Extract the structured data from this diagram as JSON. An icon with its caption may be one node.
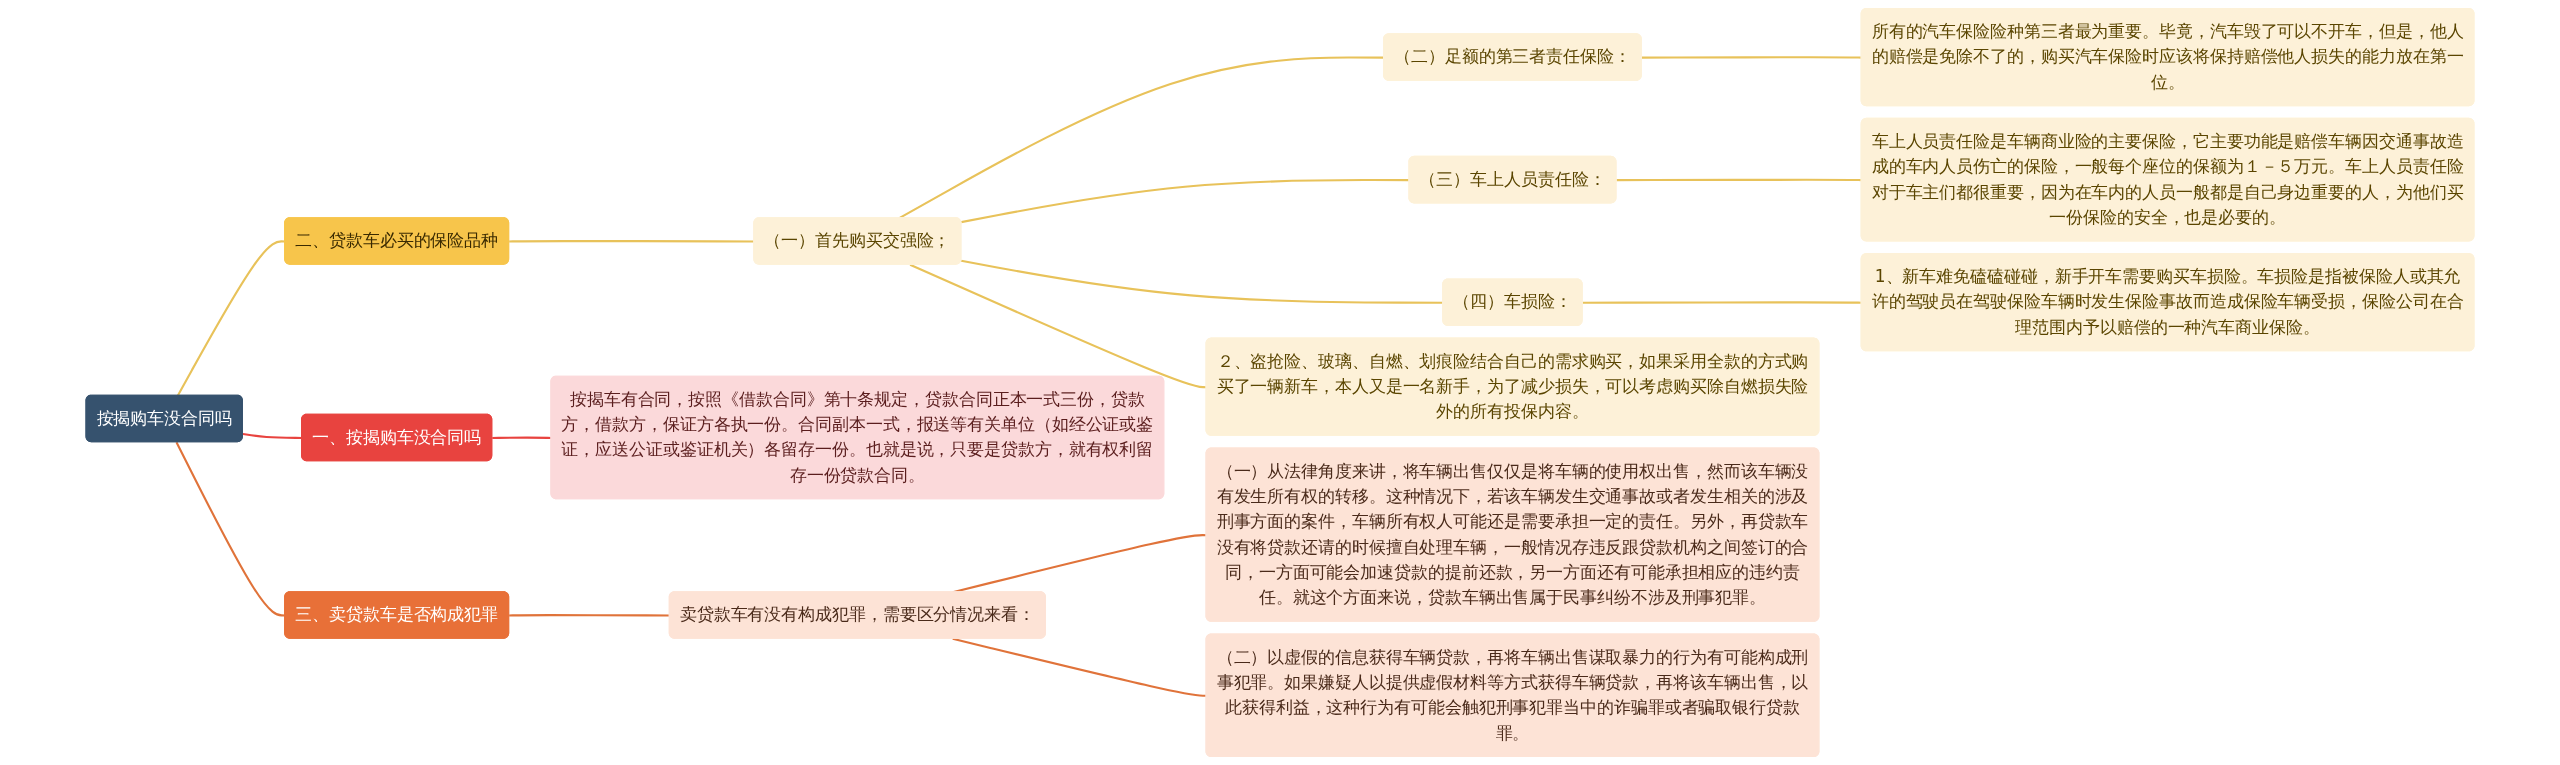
{
  "diagram": {
    "nodes": [
      {
        "text": [
          "按揭购车没合同吗"
        ]
      },
      {
        "text": [
          "一、按揭购车没合同吗"
        ]
      },
      {
        "text": [
          "按揭车有合同，按照《借款合同》第十条规定，贷款合同正本一式三份，贷款方，借款方，保证方各执一份。合同副本一式，报送等有关单位（如经公证或鉴证，应送公证或鉴证机关）各留存一份。也就是说，只要是贷款方，就有权利留存一份贷款合同。"
        ]
      },
      {
        "text": [
          "二、贷款车必买的保险品种"
        ]
      },
      {
        "text": [
          "（一）首先购买交强险；"
        ]
      },
      {
        "text": [
          "（二）足额的第三者责任保险："
        ]
      },
      {
        "text": [
          "所有的汽车保险险种第三者最为重要。毕竟，汽车毁了可以不开车，但是，他人的赔偿是免除不了的，购买汽车保险时应该将保持赔偿他人损失的能力放在第一位。"
        ]
      },
      {
        "text": [
          "（三）车上人员责任险："
        ]
      },
      {
        "text": [
          "车上人员责任险是车辆商业险的主要保险，它主要功能是赔偿车辆因交通事故造成的车内人员伤亡的保险，一般每个座位的保额为１－５万元。车上人员责任险对于车主们都很重要，因为在车内的人员一般都是自己身边重要的人，为他们买一份保险的安全，也是必要的。"
        ]
      },
      {
        "text": [
          "（四）车损险："
        ]
      },
      {
        "text": [
          "1、新车难免磕磕碰碰，新手开车需要购买车损险。车损险是指被保险人或其允许的驾驶员在驾驶保险车辆时发生保险事故而造成保险车辆受损，保险公司在合理范围内予以赔偿的一种汽车商业保险。"
        ]
      },
      {
        "text": [
          "２、盗抢险、玻璃、自燃、划痕险结合自己的需求购买，如果采用全款的方式购买了一辆新车，本人又是一名新手，为了减少损失，可以考虑购买除自燃损失险外的所有投保内容。"
        ]
      },
      {
        "text": [
          "三、卖贷款车是否构成犯罪"
        ]
      },
      {
        "text": [
          "卖贷款车有没有构成犯罪，需要区分情况来看："
        ]
      },
      {
        "text": [
          "（一）从法律角度来讲，将车辆出售仅仅是将车辆的使用权出售，然而该车辆没有发生所有权的转移。这种情况下，若该车辆发生交通事故或者发生相关的涉及刑事方面的案件，车辆所有权人可能还是需要承担一定的责任。另外，再贷款车没有将贷款还请的时候擅自处理车辆，一般情况存违反跟贷款机构之间签订的合同，一方面可能会加速贷款的提前还款，另一方面还有可能承担相应的违约责任。就这个方面来说，贷款车辆出售属于民事纠纷不涉及刑事犯罪。"
        ]
      },
      {
        "text": [
          "（二）以虚假的信息获得车辆贷款，再将车辆出售谋取暴力的行为有可能构成刑事犯罪。如果嫌疑人以提供虚假材料等方式获得车辆贷款，再将该车辆出售，以此获得利益，这种行为有可能会触犯刑事犯罪当中的诈骗罪或者骗取银行贷款罪。"
        ]
      }
    ],
    "edges": [
      {
        "from": 0,
        "to": 1,
        "arrow": "none",
        "color": "#e8433f"
      },
      {
        "from": 1,
        "to": 2,
        "arrow": "none",
        "color": "#e8433f"
      },
      {
        "from": 0,
        "to": 3,
        "arrow": "none"
      },
      {
        "from": 3,
        "to": 4,
        "arrow": "none"
      },
      {
        "from": 4,
        "to": 5,
        "arrow": "none"
      },
      {
        "from": 5,
        "to": 6,
        "arrow": "none"
      },
      {
        "from": 4,
        "to": 7,
        "arrow": "none"
      },
      {
        "from": 7,
        "to": 8,
        "arrow": "none"
      },
      {
        "from": 4,
        "to": 9,
        "arrow": "none"
      },
      {
        "from": 9,
        "to": 10,
        "arrow": "none"
      },
      {
        "from": 4,
        "to": 11,
        "arrow": "none"
      },
      {
        "from": 0,
        "to": 12,
        "arrow": "none",
        "color": "#e0733a"
      },
      {
        "from": 12,
        "to": 13,
        "arrow": "none",
        "color": "#e0733a"
      },
      {
        "from": 13,
        "to": 14,
        "arrow": "none",
        "color": "#e0733a"
      },
      {
        "from": 13,
        "to": 15,
        "arrow": "none",
        "color": "#e0733a"
      }
    ]
  }
}
